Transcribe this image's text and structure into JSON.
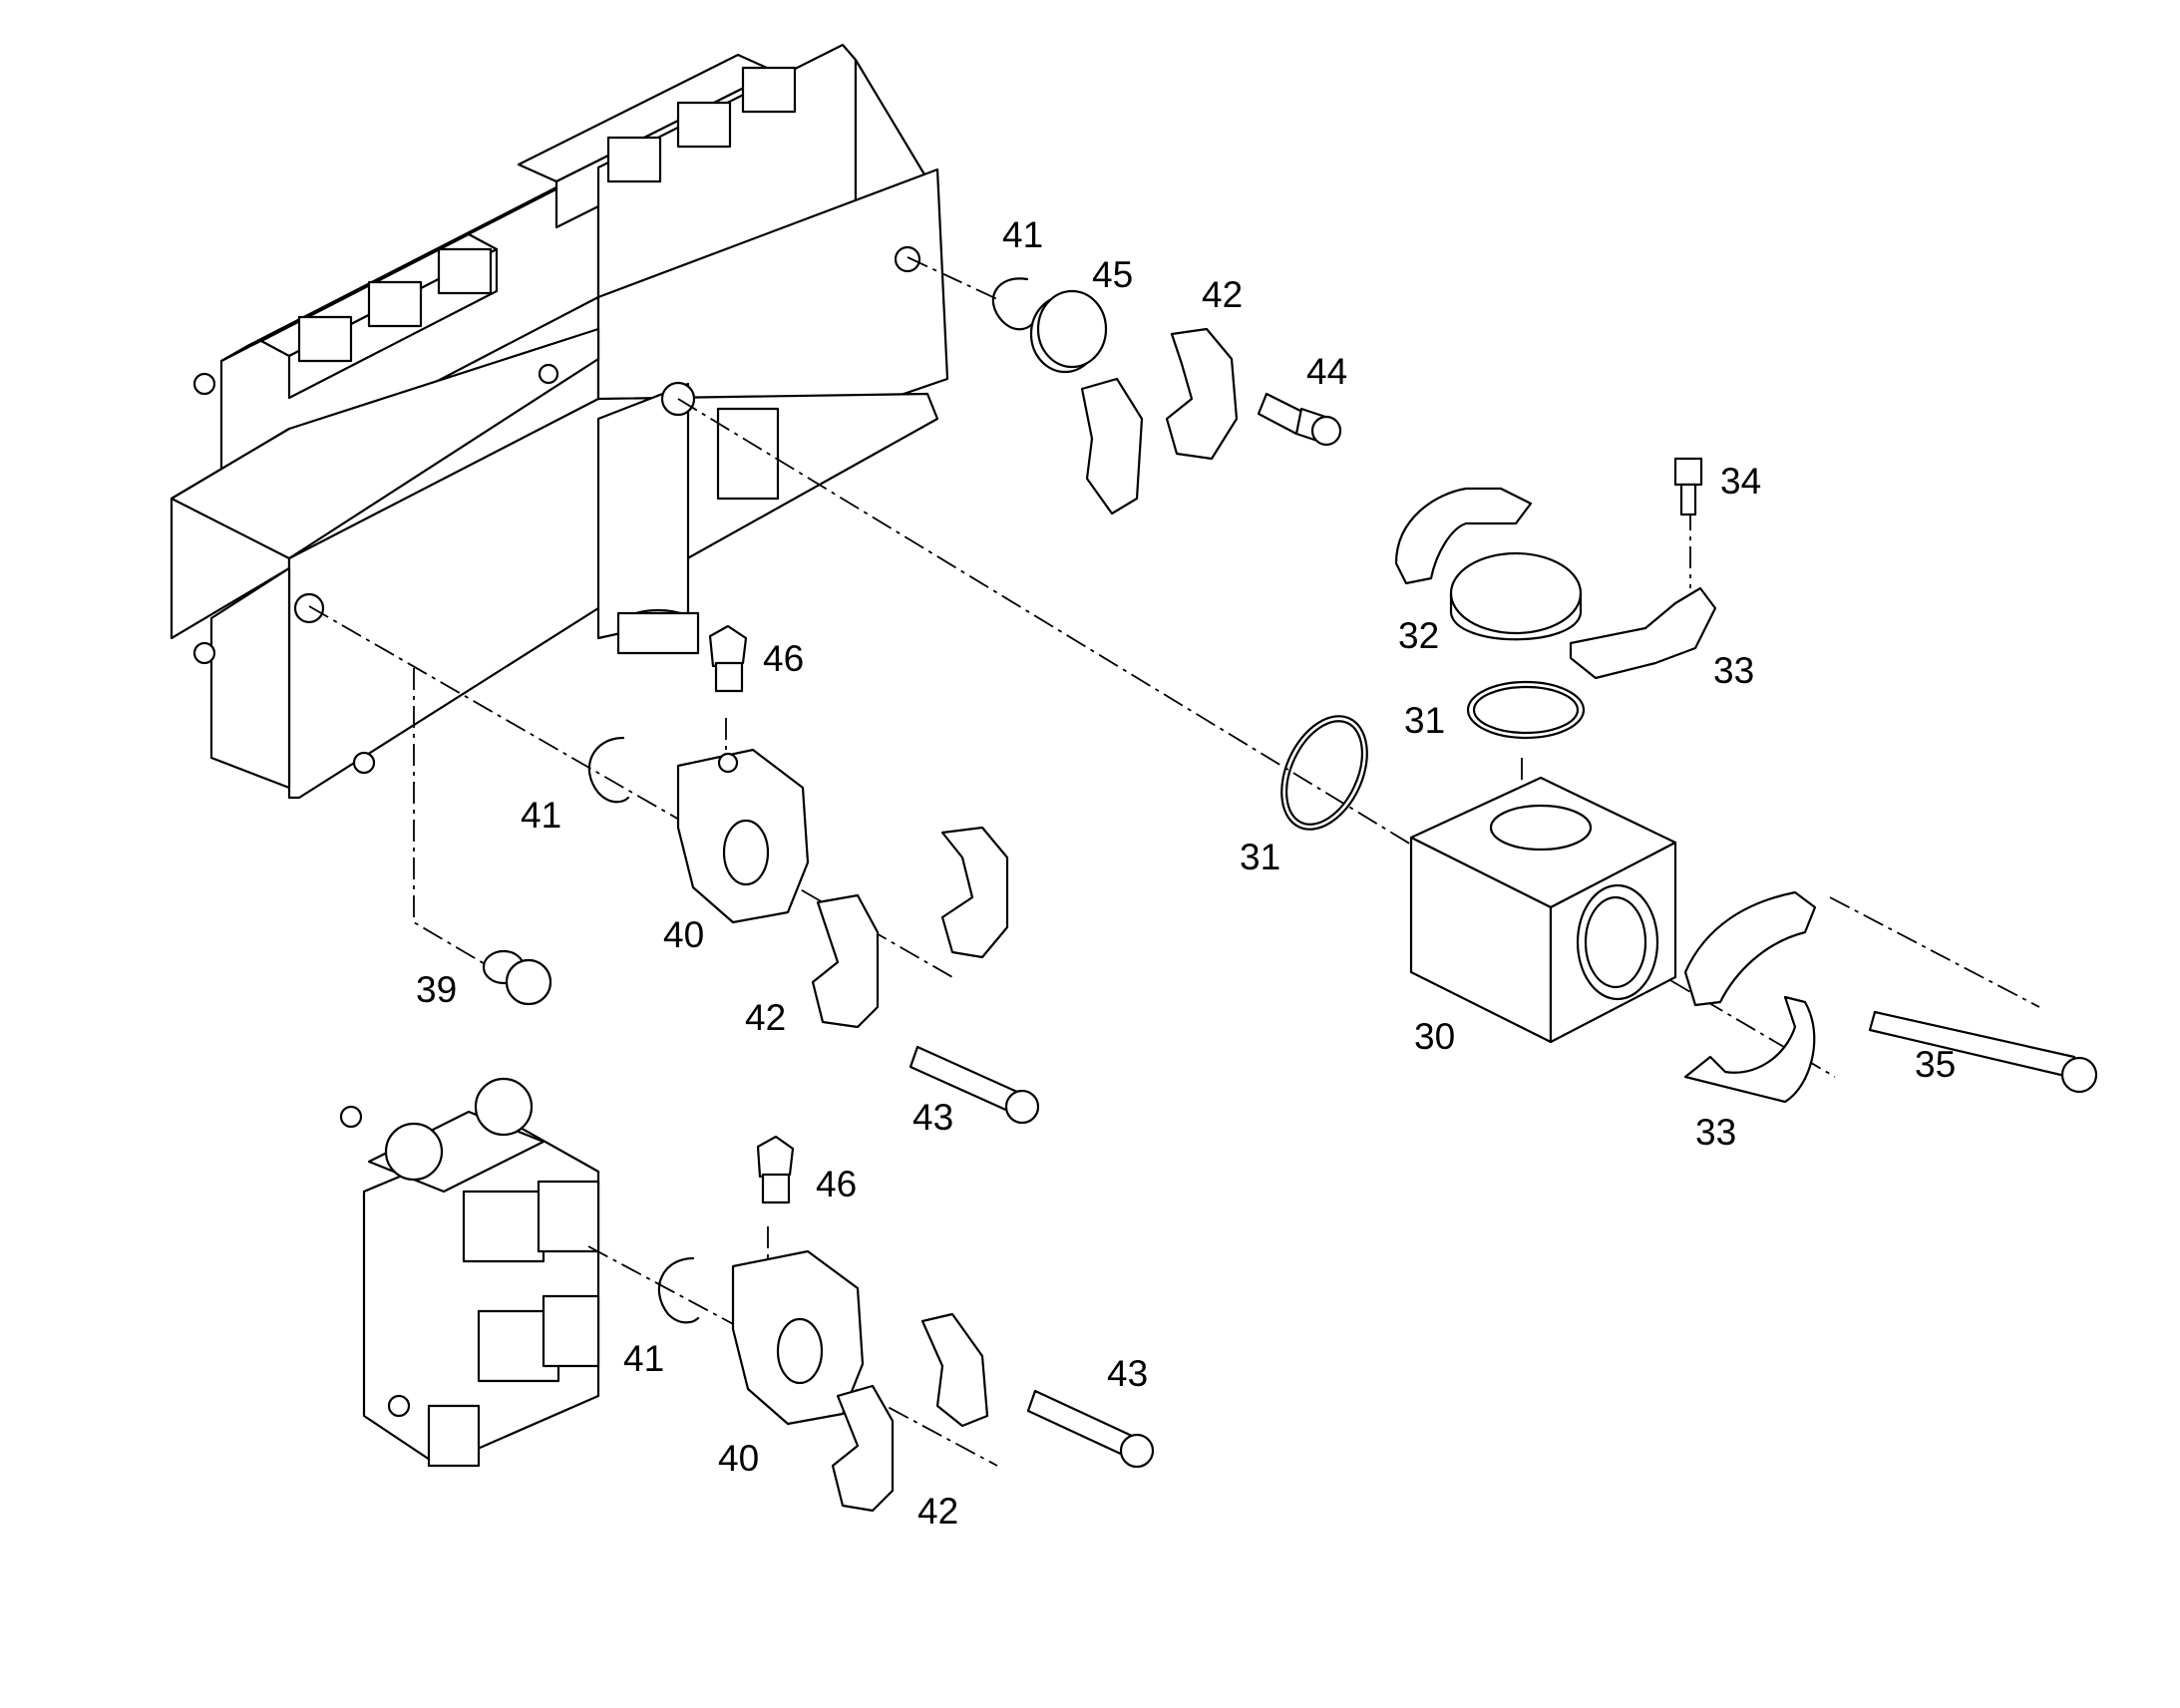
{
  "diagram": {
    "callouts": [
      "41",
      "45",
      "42",
      "44",
      "34",
      "32",
      "33",
      "46",
      "31",
      "41",
      "31",
      "40",
      "39",
      "42",
      "30",
      "35",
      "33",
      "43",
      "46",
      "43",
      "41",
      "40",
      "42"
    ]
  }
}
